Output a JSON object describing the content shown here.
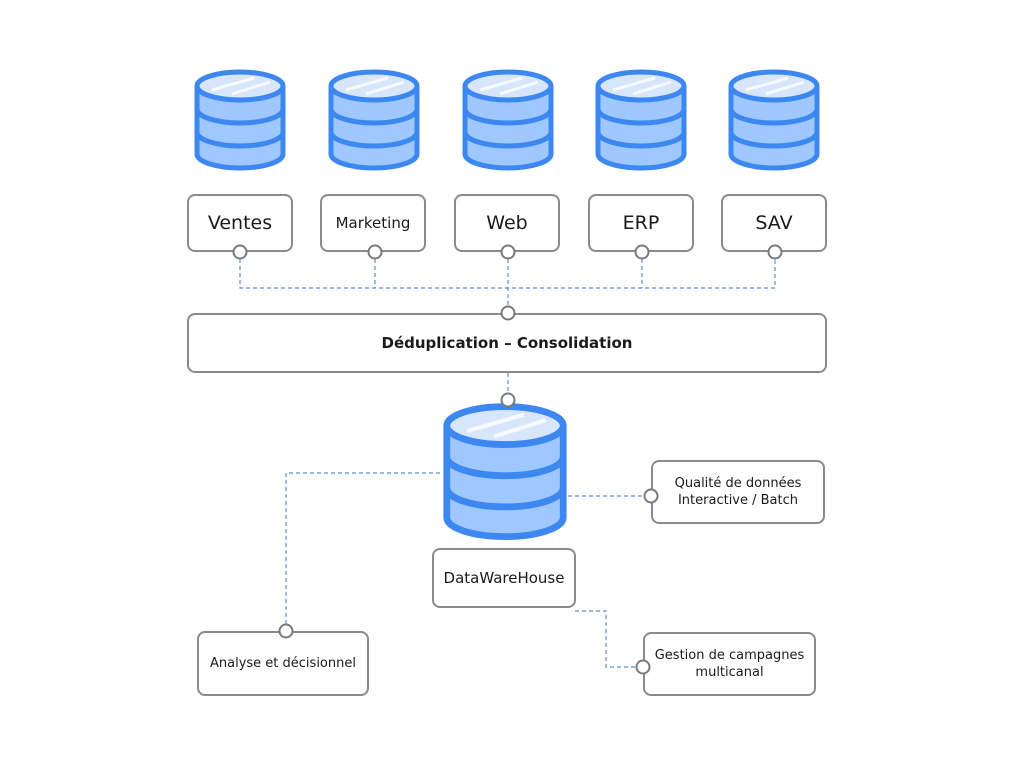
{
  "sources": [
    {
      "id": "ventes",
      "label": "Ventes"
    },
    {
      "id": "marketing",
      "label": "Marketing"
    },
    {
      "id": "web",
      "label": "Web"
    },
    {
      "id": "erp",
      "label": "ERP"
    },
    {
      "id": "sav",
      "label": "SAV"
    }
  ],
  "process": {
    "label": "Déduplication – Consolidation"
  },
  "warehouse": {
    "label": "DataWareHouse"
  },
  "outputs": {
    "quality": "Qualité de données\nInteractive / Batch",
    "analysis": "Analyse et décisionnel",
    "campaigns": "Gestion de campagnes\nmulticanal"
  },
  "colors": {
    "cylinder_fill": "#9ec8ff",
    "cylinder_top": "#d8e6fb",
    "cylinder_stroke": "#3d87f0",
    "box_border": "#8a8a8a",
    "connector": "#5b8fd9"
  },
  "icons": [
    "database-icon"
  ]
}
